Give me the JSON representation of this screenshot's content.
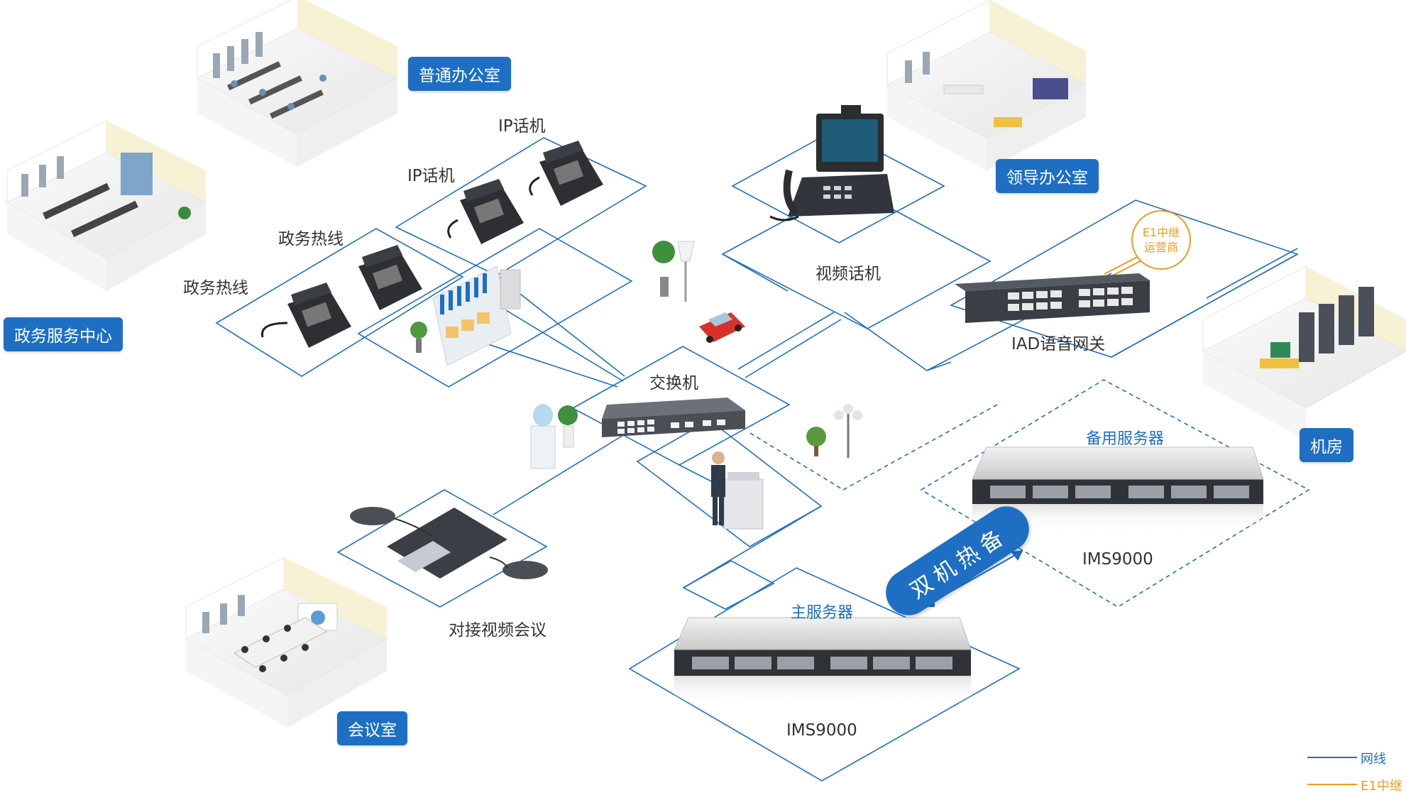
{
  "labels": {
    "ip_phone_1": "IP话机",
    "ip_phone_2": "IP话机",
    "gov_hotline_1": "政务热线",
    "gov_hotline_2": "政务热线",
    "video_phone": "视频话机",
    "iad_gateway": "IAD语音网关",
    "switch": "交换机",
    "video_conf": "对接视频会议",
    "main_server": "主服务器",
    "backup_server": "备用服务器",
    "ims_main": "IMS9000",
    "ims_backup": "IMS9000",
    "hot_backup": "双机热备"
  },
  "tags": {
    "general_office": "普通办公室",
    "gov_service_center": "政务服务中心",
    "leader_office": "领导办公室",
    "machine_room": "机房",
    "meeting_room": "会议室"
  },
  "e1_badge": {
    "line1": "E1中继",
    "line2": "运营商"
  },
  "legend": {
    "items": [
      {
        "label": "网线",
        "color": "#1e6fc4"
      },
      {
        "label": "E1中继",
        "color": "#f39a1e"
      }
    ]
  },
  "colors": {
    "network_line": "#1e6fc4",
    "e1_line": "#f39a1e",
    "tag_bg": "#1e6fc4"
  }
}
